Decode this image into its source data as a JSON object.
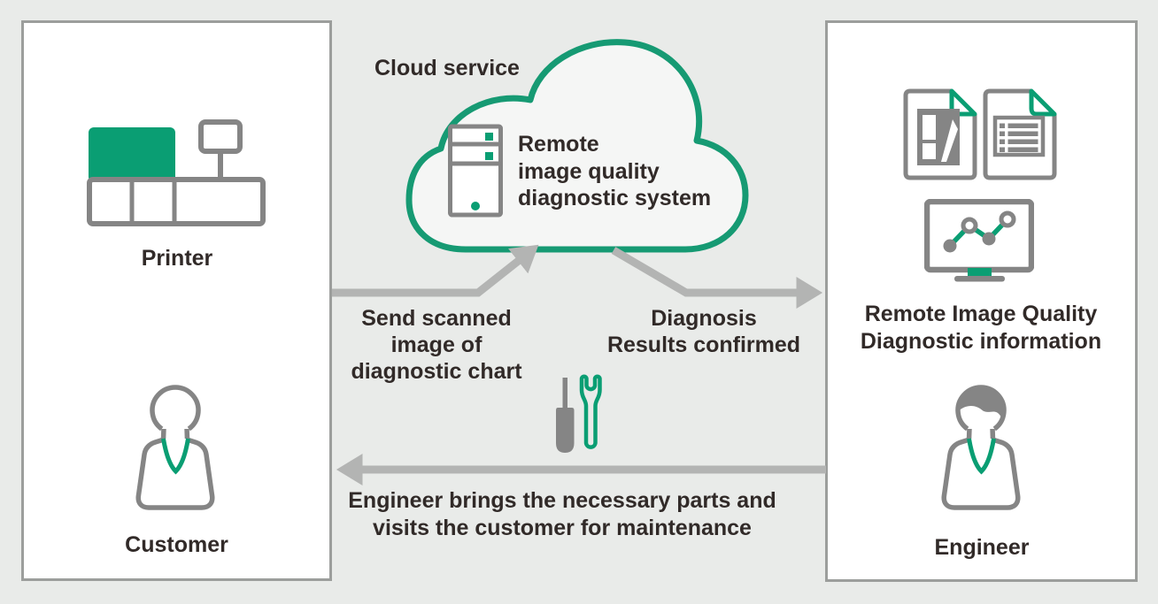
{
  "palette": {
    "green": "#0a9e73",
    "cloud_stroke": "#169a73",
    "icon_gray": "#858585",
    "arrow_gray": "#b3b4b3",
    "text": "#312a28",
    "background": "#e9ebe9",
    "panel_background": "#ffffff",
    "panel_border": "#9c9e9c",
    "cloud_fill": "#f5f6f5"
  },
  "cloud": {
    "label": "Cloud service",
    "system_line1": "Remote",
    "system_line2": "image quality",
    "system_line3": "diagnostic system"
  },
  "left_panel": {
    "printer_label": "Printer",
    "customer_label": "Customer"
  },
  "right_panel": {
    "info_line1": "Remote Image Quality",
    "info_line2": "Diagnostic information",
    "engineer_label": "Engineer"
  },
  "flows": {
    "send_line1": "Send scanned",
    "send_line2": "image of",
    "send_line3": "diagnostic chart",
    "diagnosis_line1": "Diagnosis",
    "diagnosis_line2": "Results confirmed",
    "visit_line1": "Engineer brings the necessary parts and",
    "visit_line2": "visits the customer for maintenance"
  },
  "icons": {
    "printer-icon": "multifunction printer",
    "customer-icon": "person outline with green collar",
    "engineer-icon": "person with gray hair and green collar",
    "server-icon": "server tower with green indicators",
    "document-layout-icon": "document with green folded corner and layout preview",
    "document-report-icon": "document with green folded corner and table",
    "monitor-chart-icon": "monitor with green line chart",
    "screwdriver-icon": "gray screwdriver",
    "wrench-icon": "green wrench",
    "send-arrow-icon": "gray arrow from printer to cloud",
    "diagnosis-arrow-icon": "gray arrow from cloud to engineer",
    "visit-arrow-icon": "gray arrow from engineer to customer"
  }
}
